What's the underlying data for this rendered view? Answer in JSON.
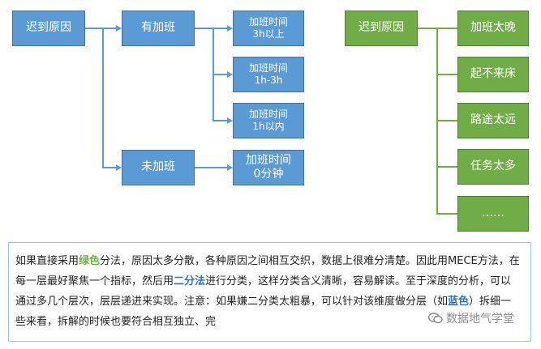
{
  "left_diagram": {
    "root": "迟到原因",
    "overtime": "有加班",
    "no_overtime": "未加班",
    "leaves": [
      [
        "加班时间",
        "3h以上"
      ],
      [
        "加班时间",
        "1h-3h"
      ],
      [
        "加班时间",
        "1h以内"
      ],
      [
        "加班时间",
        "0分钟"
      ]
    ]
  },
  "right_diagram": {
    "root": "迟到原因",
    "items": [
      "加班太晚",
      "起不来床",
      "路途太远",
      "任务太多",
      "……"
    ]
  },
  "note": {
    "p1": "如果直接采用",
    "green_word": "绿色",
    "p2": "分法，原因太多分散，各种原因之间相互交织，数据上很难分清楚。因此用MECE方法，在每一层最好聚焦一个指标，然后用",
    "method_word": "二分法",
    "p3": "进行分类，这样分类含义清晰，容易解读。至于深度的分析，可以通过多几个层次，层层递进来实现。注意：如果嫌二分类太粗暴，可以针对该维度做分层（如",
    "blue_word": "蓝色",
    "p4": "）拆细一些来看，拆解的时候也要符合相互独立、完"
  },
  "watermark": {
    "text": "数据地气学堂",
    "icon": "wechat-icon"
  },
  "colors": {
    "blue_fill": "#5b9bd5",
    "green_fill": "#70ad47",
    "note_border": "#9dc3e6",
    "highlight_blue": "#2e75b6"
  }
}
